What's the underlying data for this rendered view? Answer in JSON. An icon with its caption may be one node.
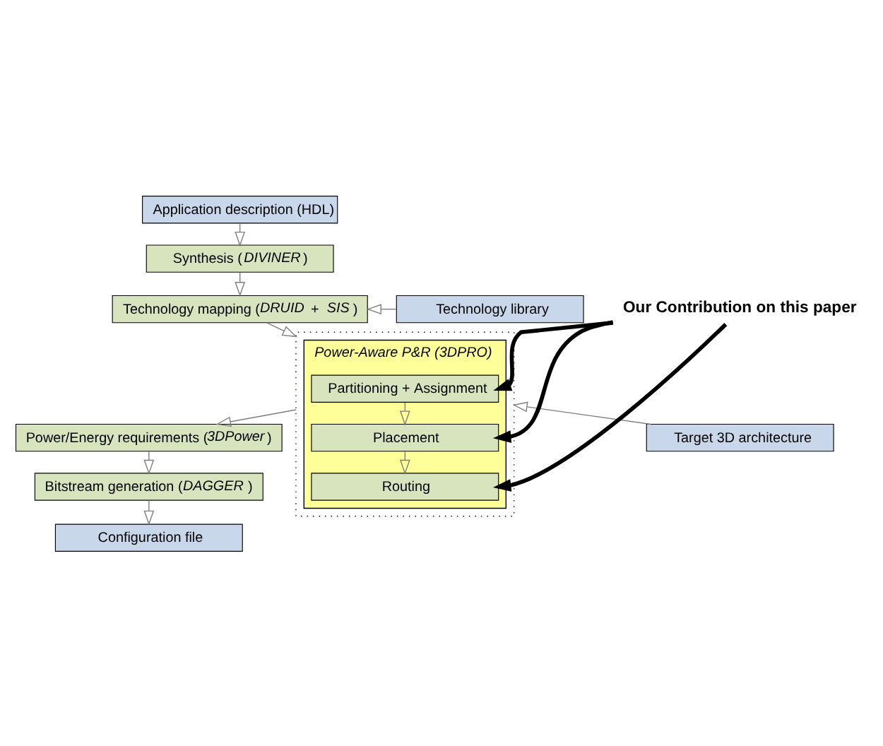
{
  "diagram": {
    "nodes": [
      {
        "text": [
          "Application description (HDL)"
        ]
      },
      {
        "text": [
          "Synthesis (*DIVINER*)"
        ]
      },
      {
        "text": [
          "Technology mapping (*DRUID* + *SIS*)"
        ]
      },
      {
        "text": [
          "Technology library"
        ]
      },
      {
        "text": [],
        "shape": "box"
      },
      {
        "text": [
          "Power-Aware P&R (3DPRO)"
        ],
        "in": 4
      },
      {
        "text": [
          "Partitioning + Assignment"
        ],
        "in": 5
      },
      {
        "text": [
          "Placement"
        ],
        "in": 5
      },
      {
        "text": [
          "Routing"
        ],
        "in": 5
      },
      {
        "text": [
          "Target 3D architecture"
        ]
      },
      {
        "text": [
          "Power/Energy requirements (*3DPower*)"
        ]
      },
      {
        "text": [
          "Bitstream generation (*DAGGER*)"
        ]
      },
      {
        "text": [
          "Configuration file"
        ]
      },
      {
        "text": [
          "Our Contribution on this paper"
        ]
      }
    ],
    "edges": [
      {
        "from": 0,
        "to": 1,
        "arrow": "to"
      },
      {
        "from": 1,
        "to": 2,
        "arrow": "to"
      },
      {
        "from": 3,
        "to": 2,
        "arrow": "to"
      },
      {
        "from": 2,
        "to": 4,
        "arrow": "to"
      },
      {
        "from": 6,
        "to": 7,
        "arrow": "to"
      },
      {
        "from": 7,
        "to": 8,
        "arrow": "to"
      },
      {
        "from": 9,
        "to": 4,
        "arrow": "to"
      },
      {
        "from": 4,
        "to": 10,
        "arrow": "to"
      },
      {
        "from": 10,
        "to": 11,
        "arrow": "to"
      },
      {
        "from": 11,
        "to": 12,
        "arrow": "to"
      },
      {
        "from": 13,
        "to": 6,
        "arrow": "to",
        "style": "thick",
        "color": "#000000"
      },
      {
        "from": 13,
        "to": 7,
        "arrow": "to",
        "style": "thick",
        "color": "#000000"
      },
      {
        "from": 13,
        "to": 8,
        "arrow": "to",
        "style": "thick",
        "color": "#000000"
      }
    ]
  }
}
